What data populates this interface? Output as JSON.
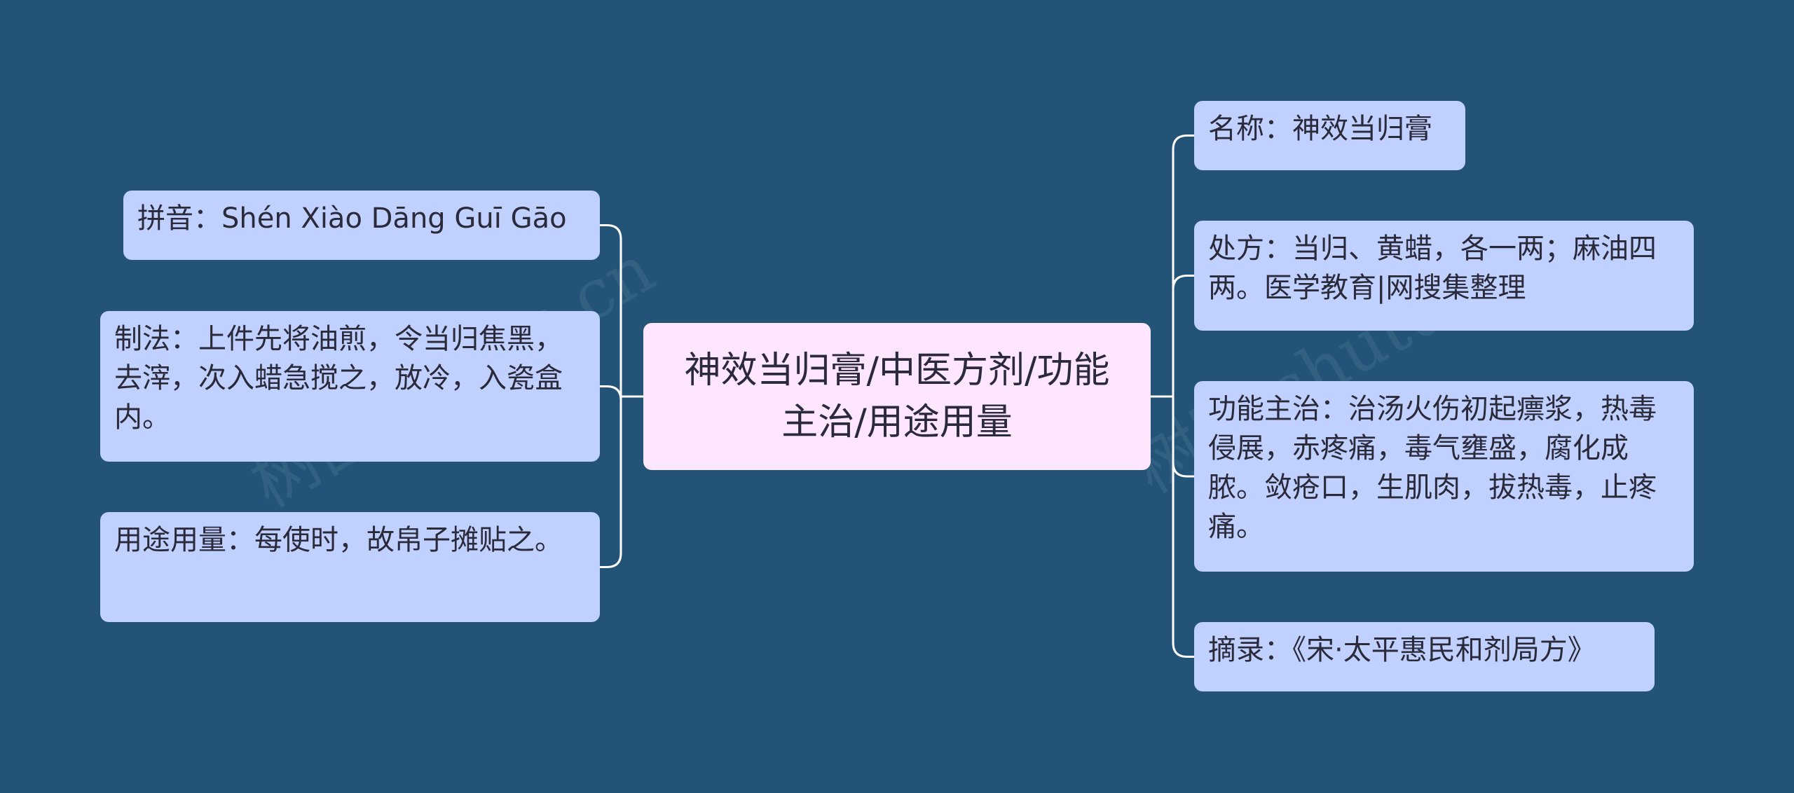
{
  "theme": {
    "background": "#235478",
    "connector": "#ffffff",
    "center_fill": "#ffe6ff",
    "leaf_fill": "#c0d0ff",
    "text": "#2a2a3a"
  },
  "center": {
    "label": "神效当归膏/中医方剂/功能主治/用途用量"
  },
  "left_branches": [
    {
      "label": "拼音：Shén Xiào Dāng Guī Gāo"
    },
    {
      "label": "制法：上件先将油煎，令当归焦黑，去滓，次入蜡急搅之，放冷，入瓷盒内。"
    },
    {
      "label": "用途用量：每使时，故帛子摊贴之。"
    }
  ],
  "right_branches": [
    {
      "label": "名称：神效当归膏"
    },
    {
      "label": "处方：当归、黄蜡，各一两；麻油四两。医学教育|网搜集整理"
    },
    {
      "label": "功能主治：治汤火伤初起瘭浆，热毒侵展，赤疼痛，毒气壅盛，腐化成脓。敛疮口，生肌肉，拔热毒，止疼痛。"
    },
    {
      "label": "摘录：《宋·太平惠民和剂局方》"
    }
  ],
  "watermarks": [
    {
      "text": "树图 shutu.cn"
    },
    {
      "text": "树图 shutu.cn"
    }
  ]
}
